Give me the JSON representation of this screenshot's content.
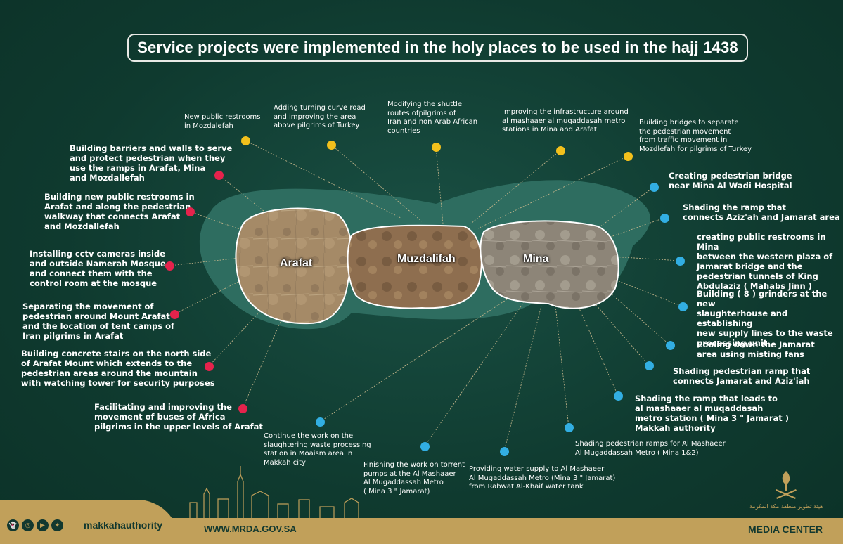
{
  "title": "Service projects were implemented in the holy places to be used in the hajj 1438",
  "regions": [
    "Arafat",
    "Muzdalifah",
    "Mina"
  ],
  "annotations": {
    "y1": "New public restrooms\nin Mozdalefah",
    "y2": "Adding turning curve road\nand improving the area\nabove pilgrims of Turkey",
    "y3": "Modifying the shuttle\nroutes ofpilgrims of\nIran and non Arab African\ncountries",
    "y4": "Improving the infrastructure around\nal mashaaer al muqaddasah metro\nstations in Mina and Arafat",
    "y5": "Building bridges to separate\nthe pedestrian movement\nfrom traffic movement in\nMozdlefah for pilgrims of Turkey",
    "r1": "Building barriers and walls to serve\nand protect pedestrian when they\nuse the ramps in Arafat, Mina\nand Mozdallefah",
    "r2": "Building new public restrooms in\nArafat and along the pedestrian\nwalkway that connects Arafat\nand Mozdallefah",
    "r3": "Installing cctv cameras inside\nand outside Namerah Mosque\nand connect them with the\ncontrol room at the mosque",
    "r4": "Separating the movement of\npedestrian around Mount Arafat\nand the location of tent camps of\nIran pilgrims in Arafat",
    "r5": "Building concrete stairs on the north side\nof Arafat Mount which extends to the\npedestrian areas around the mountain\nwith watching tower for security purposes",
    "r6": "Facilitating and improving the\nmovement of buses of Africa\npilgrims in the upper levels of Arafat",
    "b1": "Creating pedestrian bridge\nnear Mina Al Wadi Hospital",
    "b2": "Shading the ramp that\nconnects Aziz'ah and Jamarat area",
    "b3": "creating public restrooms in Mina\nbetween the western plaza of\nJamarat bridge and the\npedestrian tunnels of King\nAbdulaziz ( Mahabs Jinn )",
    "b4": "Building ( 8 ) grinders at the new\nslaughterhouse and establishing\nnew supply lines to the waste\nprocessing unit",
    "b5": "Cooling down the Jamarat\narea using misting fans",
    "b6": "Shading pedestrian ramp that\nconnects Jamarat and Aziz'iah",
    "b7": "Shading the ramp that leads to\nal mashaaer al muqaddasah\nmetro station ( Mina 3 \" Jamarat )\nMakkah authority",
    "b8": "Shading pedestrian ramps for Al Mashaeer\nAl Mugaddassah Metro ( Mina 1&2)",
    "b9": "Providing water supply to Al Mashaeer\nAl Mugaddassah Metro (Mina 3 \" Jamarat)\nfrom Rabwat Al-Khaif water tank",
    "b10": "Finishing the work on torrent\npumps at the Al Mashaaer\nAl Mugaddassah Metro\n( Mina 3 \" Jamarat)",
    "b11": "Continue the work on the\nslaughtering waste processing\nstation in Moaism area in\nMakkah city"
  },
  "footer": {
    "handle": "makkahauthority",
    "url": "WWW.MRDA.GOV.SA",
    "media": "MEDIA CENTER",
    "logo_text": "هيئة تطوير منطقة مكة المكرمة"
  },
  "colors": {
    "background": "#0f3a2f",
    "gold": "#c1a05a",
    "yellow_dot": "#f2c01c",
    "red_dot": "#e5234c",
    "blue_dot": "#32aee2"
  },
  "icons": [
    "snapchat-icon",
    "instagram-icon",
    "youtube-icon",
    "twitter-icon"
  ]
}
